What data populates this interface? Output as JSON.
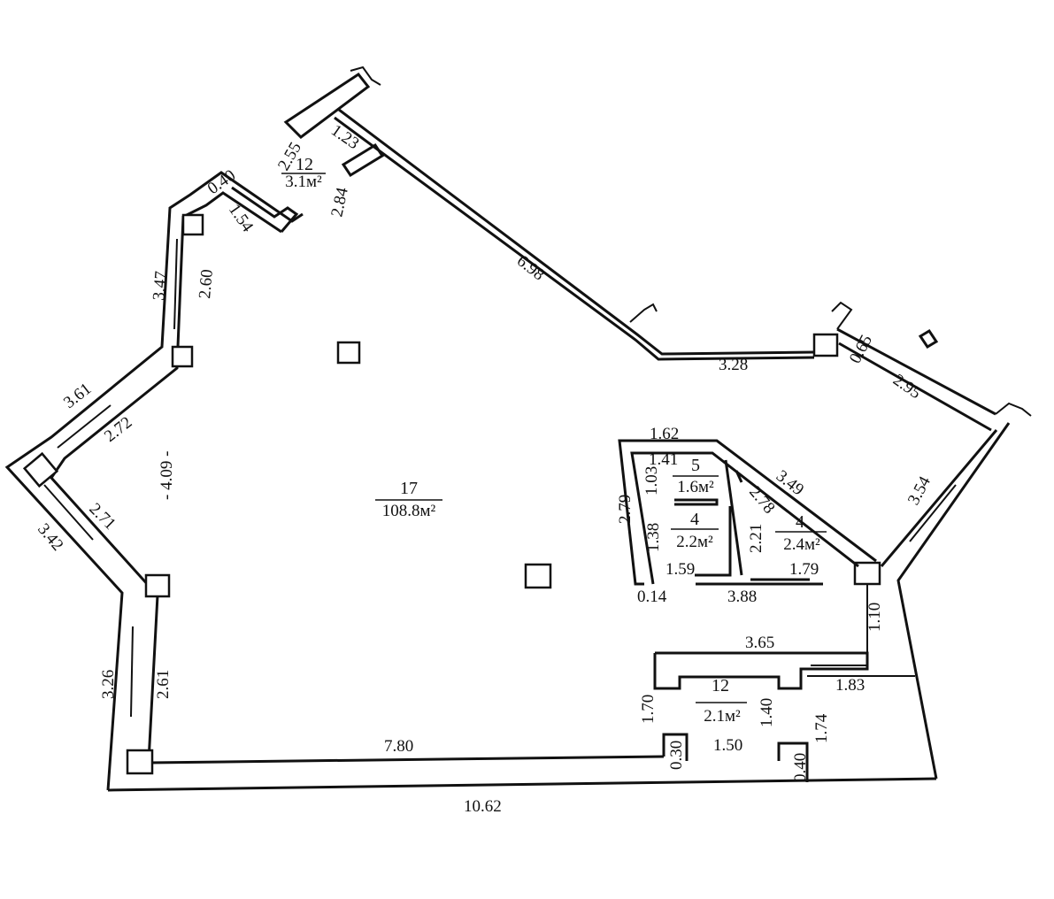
{
  "rooms": {
    "main": {
      "number": "17",
      "area": "108.8м²"
    },
    "balcony": {
      "number": "12",
      "area": "3.1м²"
    },
    "r5": {
      "number": "5",
      "area": "1.6м²"
    },
    "r4a": {
      "number": "4",
      "area": "2.2м²"
    },
    "r4b": {
      "number": "4",
      "area": "2.4м²"
    },
    "r12b": {
      "number": "12",
      "area": "2.1м²"
    }
  },
  "dimensions": {
    "d_255": "2.55",
    "d_123": "1.23",
    "d_040a": "0.40",
    "d_154": "1.54",
    "d_284": "2.84",
    "d_347": "3.47",
    "d_260": "2.60",
    "d_698": "6.98",
    "d_328": "3.28",
    "d_065": "0.65",
    "d_295": "2.95",
    "d_361": "3.61",
    "d_272": "2.72",
    "d_409": "- 4.09 -",
    "d_162": "1.62",
    "d_141": "1.41",
    "d_103": "1.03",
    "d_349": "3.49",
    "d_278": "2.78",
    "d_279": "2.79",
    "d_138": "1.38",
    "d_221": "2.21",
    "d_159": "1.59",
    "d_179": "1.79",
    "d_014": "0.14",
    "d_388": "3.88",
    "d_354": "3.54",
    "d_271": "2.71",
    "d_342": "3.42",
    "d_110": "1.10",
    "d_365": "3.65",
    "d_183": "1.83",
    "d_170": "1.70",
    "d_140": "1.40",
    "d_174": "1.74",
    "d_326": "3.26",
    "d_261": "2.61",
    "d_780": "7.80",
    "d_030": "0.30",
    "d_150": "1.50",
    "d_040b": "0.40",
    "d_1062": "10.62"
  }
}
